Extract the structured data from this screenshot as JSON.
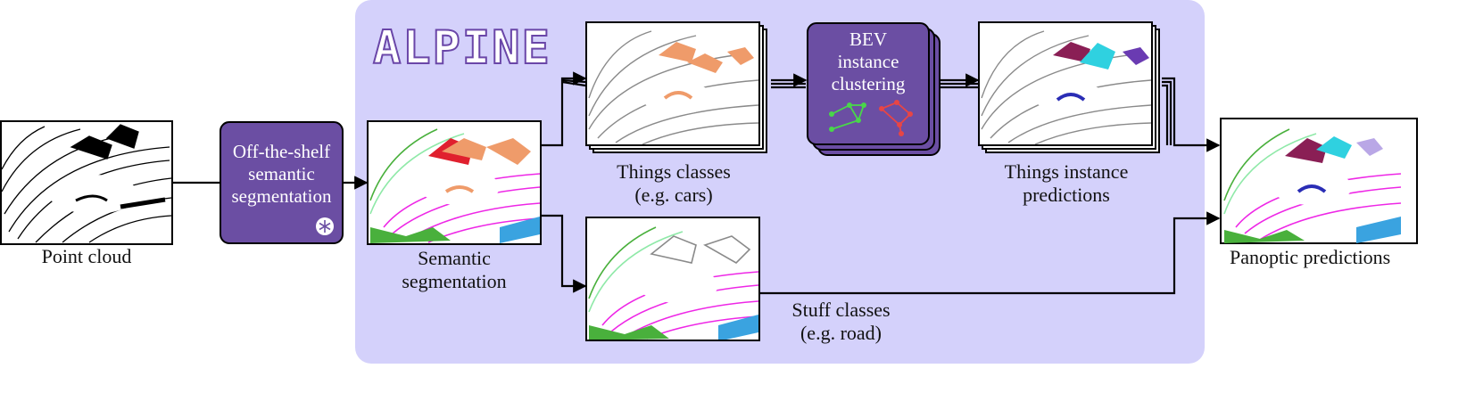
{
  "framework": {
    "name": "ALPINE",
    "panel_color": "#d4d1fb",
    "box_color": "#6b4ea3"
  },
  "stages": {
    "input": {
      "caption": "Point cloud"
    },
    "segmenter": {
      "lines": [
        "Off-the-shelf",
        "semantic",
        "segmentation"
      ],
      "icon": "snowflake-icon"
    },
    "semantic": {
      "caption_lines": [
        "Semantic",
        "segmentation"
      ]
    },
    "things": {
      "caption_lines": [
        "Things classes",
        "(e.g. cars)"
      ]
    },
    "clustering": {
      "lines": [
        "BEV",
        "instance",
        "clustering"
      ]
    },
    "instances": {
      "caption_lines": [
        "Things instance",
        "predictions"
      ]
    },
    "stuff": {
      "caption_lines": [
        "Stuff classes",
        "(e.g. road)"
      ]
    },
    "output": {
      "caption": "Panoptic predictions"
    }
  },
  "class_colors": {
    "car": "#ef9b6a",
    "truck": "#e0202e",
    "road": "#ee27e6",
    "vegetation": "#49b03c",
    "sidewalk": "#8fe9a8",
    "building": "#8a8a8a",
    "fence": "#3aa3e0",
    "instance_a": "#8a1f55",
    "instance_b": "#2fd1e0",
    "instance_c": "#6a3bb2",
    "instance_d": "#2a2db5"
  }
}
